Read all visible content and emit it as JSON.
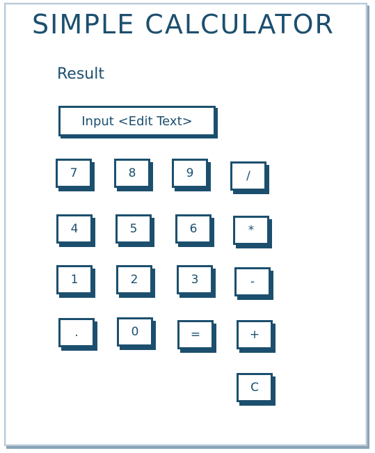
{
  "app": {
    "title": "SIMPLE CALCULATOR"
  },
  "result": {
    "label": "Result"
  },
  "input": {
    "text": "Input <Edit Text>"
  },
  "keys": {
    "k7": "7",
    "k8": "8",
    "k9": "9",
    "div": "/",
    "k4": "4",
    "k5": "5",
    "k6": "6",
    "mul": "*",
    "k1": "1",
    "k2": "2",
    "k3": "3",
    "sub": "-",
    "dot": ".",
    "k0": "0",
    "eq": "=",
    "add": "+",
    "clear": "C"
  },
  "colors": {
    "ink": "#1c4f6e",
    "frame_border": "#b9c9d6",
    "background": "#ffffff"
  }
}
